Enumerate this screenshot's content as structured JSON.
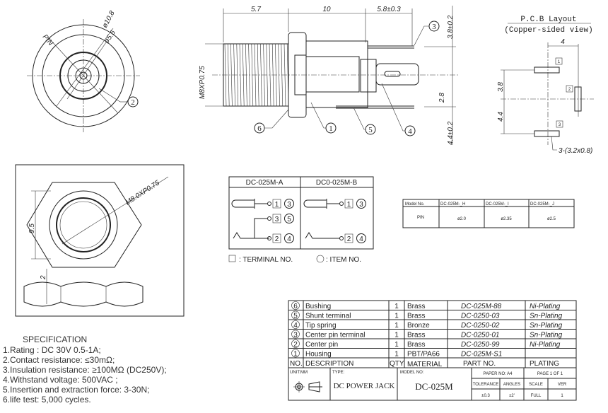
{
  "front_view": {
    "pin_label": "PIN",
    "outer_dia": "ø10.8",
    "inner_dia": "ø5.6",
    "callout": "2"
  },
  "side_view": {
    "dim_thread_len": "5.7",
    "dim_body_len": "10",
    "dim_pin_len": "5.8±0.3",
    "thread": "M8XP0.75",
    "dim_top": "3.8±0.2",
    "dim_mid": "2.8",
    "dim_bottom": "4.4±0.2",
    "callouts": {
      "bushing": "6",
      "housing": "1",
      "shunt": "5",
      "tip": "4",
      "center_term": "3"
    }
  },
  "pcb": {
    "title": "P.C.B Layout",
    "subtitle": "(Copper-sided view)",
    "dim_h": "4",
    "dim_v1": "3.8",
    "dim_v2": "4.4",
    "terminals": [
      "1",
      "2",
      "3"
    ],
    "pad_note": "3-(3.2x0.8)"
  },
  "hex_view": {
    "thread": "M8.0XP0.75",
    "width": "9.5",
    "thickness": "2"
  },
  "schematic": {
    "headers": [
      "DC-025M-A",
      "DC0-025M-B"
    ],
    "a": [
      {
        "terminal": "1",
        "item": "3"
      },
      {
        "terminal": "3",
        "item": "5"
      },
      {
        "terminal": "2",
        "item": "4"
      }
    ],
    "b": [
      {
        "terminal": "1",
        "item": "3"
      },
      {
        "terminal": "2",
        "item": "4"
      }
    ],
    "legend_terminal": ": TERMINAL NO.",
    "legend_item": ": ITEM NO."
  },
  "model_table": {
    "header": [
      "Model No.",
      "DC-025M-_H",
      "DC-025M-_I",
      "DC-025M-_J"
    ],
    "row": [
      "PIN",
      "ø2.0",
      "ø2.35",
      "ø2.5"
    ]
  },
  "bom": {
    "rows": [
      {
        "no": "6",
        "desc": "Bushing",
        "qty": "1",
        "material": "Brass",
        "part_no": "DC-025M-88",
        "plating": "Ni-Plating"
      },
      {
        "no": "5",
        "desc": "Shunt terminal",
        "qty": "1",
        "material": "Brass",
        "part_no": "DC-0250-03",
        "plating": "Sn-Plating"
      },
      {
        "no": "4",
        "desc": "Tip spring",
        "qty": "1",
        "material": "Bronze",
        "part_no": "DC-0250-02",
        "plating": "Sn-Plating"
      },
      {
        "no": "3",
        "desc": "Center pin terminal",
        "qty": "1",
        "material": "Brass",
        "part_no": "DC-0250-01",
        "plating": "Sn-Plating"
      },
      {
        "no": "2",
        "desc": "Center pin",
        "qty": "1",
        "material": "Brass",
        "part_no": "DC-0250-99",
        "plating": "Ni-Plating"
      },
      {
        "no": "1",
        "desc": "Housing",
        "qty": "1",
        "material": "PBT/PA66",
        "part_no": "DC-025M-S1",
        "plating": ""
      }
    ],
    "headers": {
      "no": "NO.",
      "desc": "DESCRIPTION",
      "qty": "QTY",
      "material": "MATERIAL",
      "part_no": "PART NO.",
      "plating": "PLATING"
    }
  },
  "title_block": {
    "unit": "UNIT:MM",
    "type_label": "TYPE:",
    "type": "DC POWER JACK",
    "model_label": "MODEL NO:",
    "model": "DC-025M",
    "paper": "PAPER NO: A4",
    "page": "PAGE 1 OF 1",
    "tolerance_label": "TOLERANCE",
    "angles_label": "ANGLES",
    "scale_label": "SCALE",
    "ver_label": "VER",
    "tolerance": "±0.3",
    "angles": "±2'",
    "scale": "FULL",
    "ver": "1"
  },
  "spec": {
    "title": "SPECIFICATION",
    "items": [
      "1.Rating : DC 30V 0.5-1A;",
      "2.Contact resistance: ≤30mΩ;",
      "3.Insulation resistance: ≥100MΩ (DC250V);",
      "4.Withstand voltage: 500VAC ;",
      "5.Insertion and extraction force: 3-30N;",
      "6.life test: 5,000 cycles."
    ]
  }
}
